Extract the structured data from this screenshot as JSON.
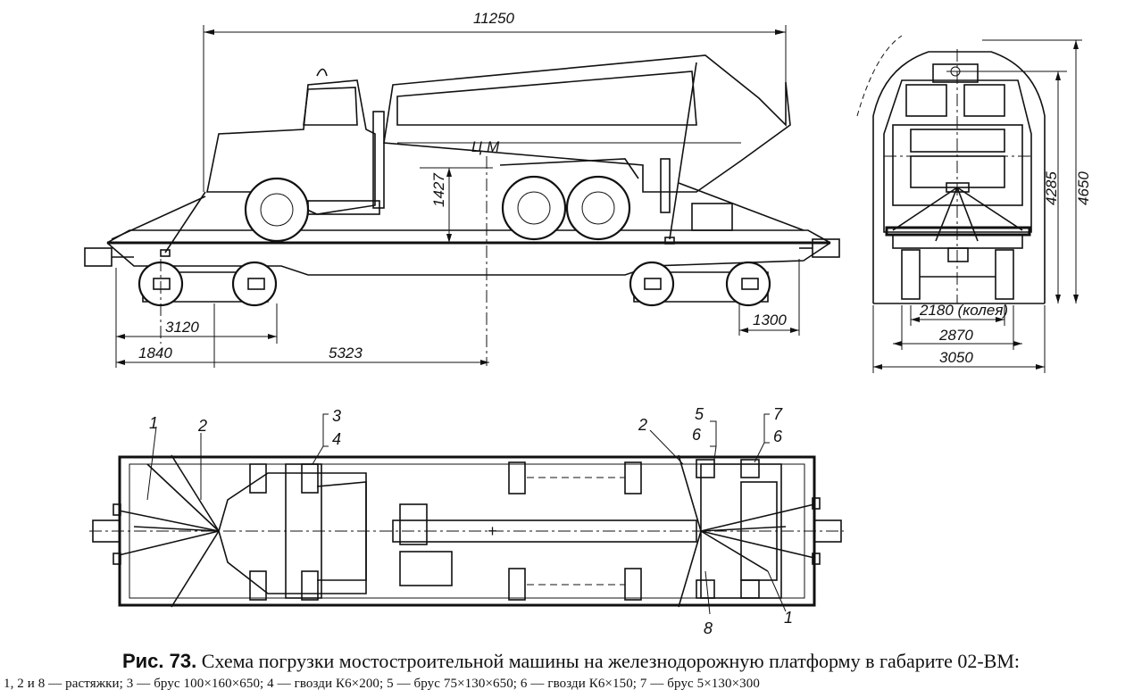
{
  "side_view": {
    "dim_total_length": "11250",
    "label_center_mass": "Ц М",
    "dim_cg_height": "1427",
    "dim_bogie_base": "3120",
    "dim_overhang_right": "1300",
    "dim_overhang_left": "1840",
    "dim_to_center": "5323"
  },
  "end_view": {
    "dim_height_4285": "4285",
    "dim_height_4650": "4650",
    "dim_track": "2180 (колея)",
    "dim_width_2870": "2870",
    "dim_width_3050": "3050"
  },
  "top_view": {
    "callout_1_left": "1",
    "callout_2_left": "2",
    "callout_3": "3",
    "callout_4": "4",
    "callout_2_right": "2",
    "callout_5": "5",
    "callout_6a": "6",
    "callout_7": "7",
    "callout_6b": "6",
    "callout_8": "8",
    "callout_1_right": "1"
  },
  "caption": {
    "fig_label": "Рис. 73.",
    "title": "Схема погрузки мостостроительной машины на железнодорожную платформу в габарите 02-ВМ:"
  },
  "legend_text": "1, 2 и 8 — растяжки; 3 — брус 100×160×650; 4 — гвозди К6×200; 5 — брус 75×130×650; 6 — гвозди К6×150; 7 — брус 5×130×300"
}
